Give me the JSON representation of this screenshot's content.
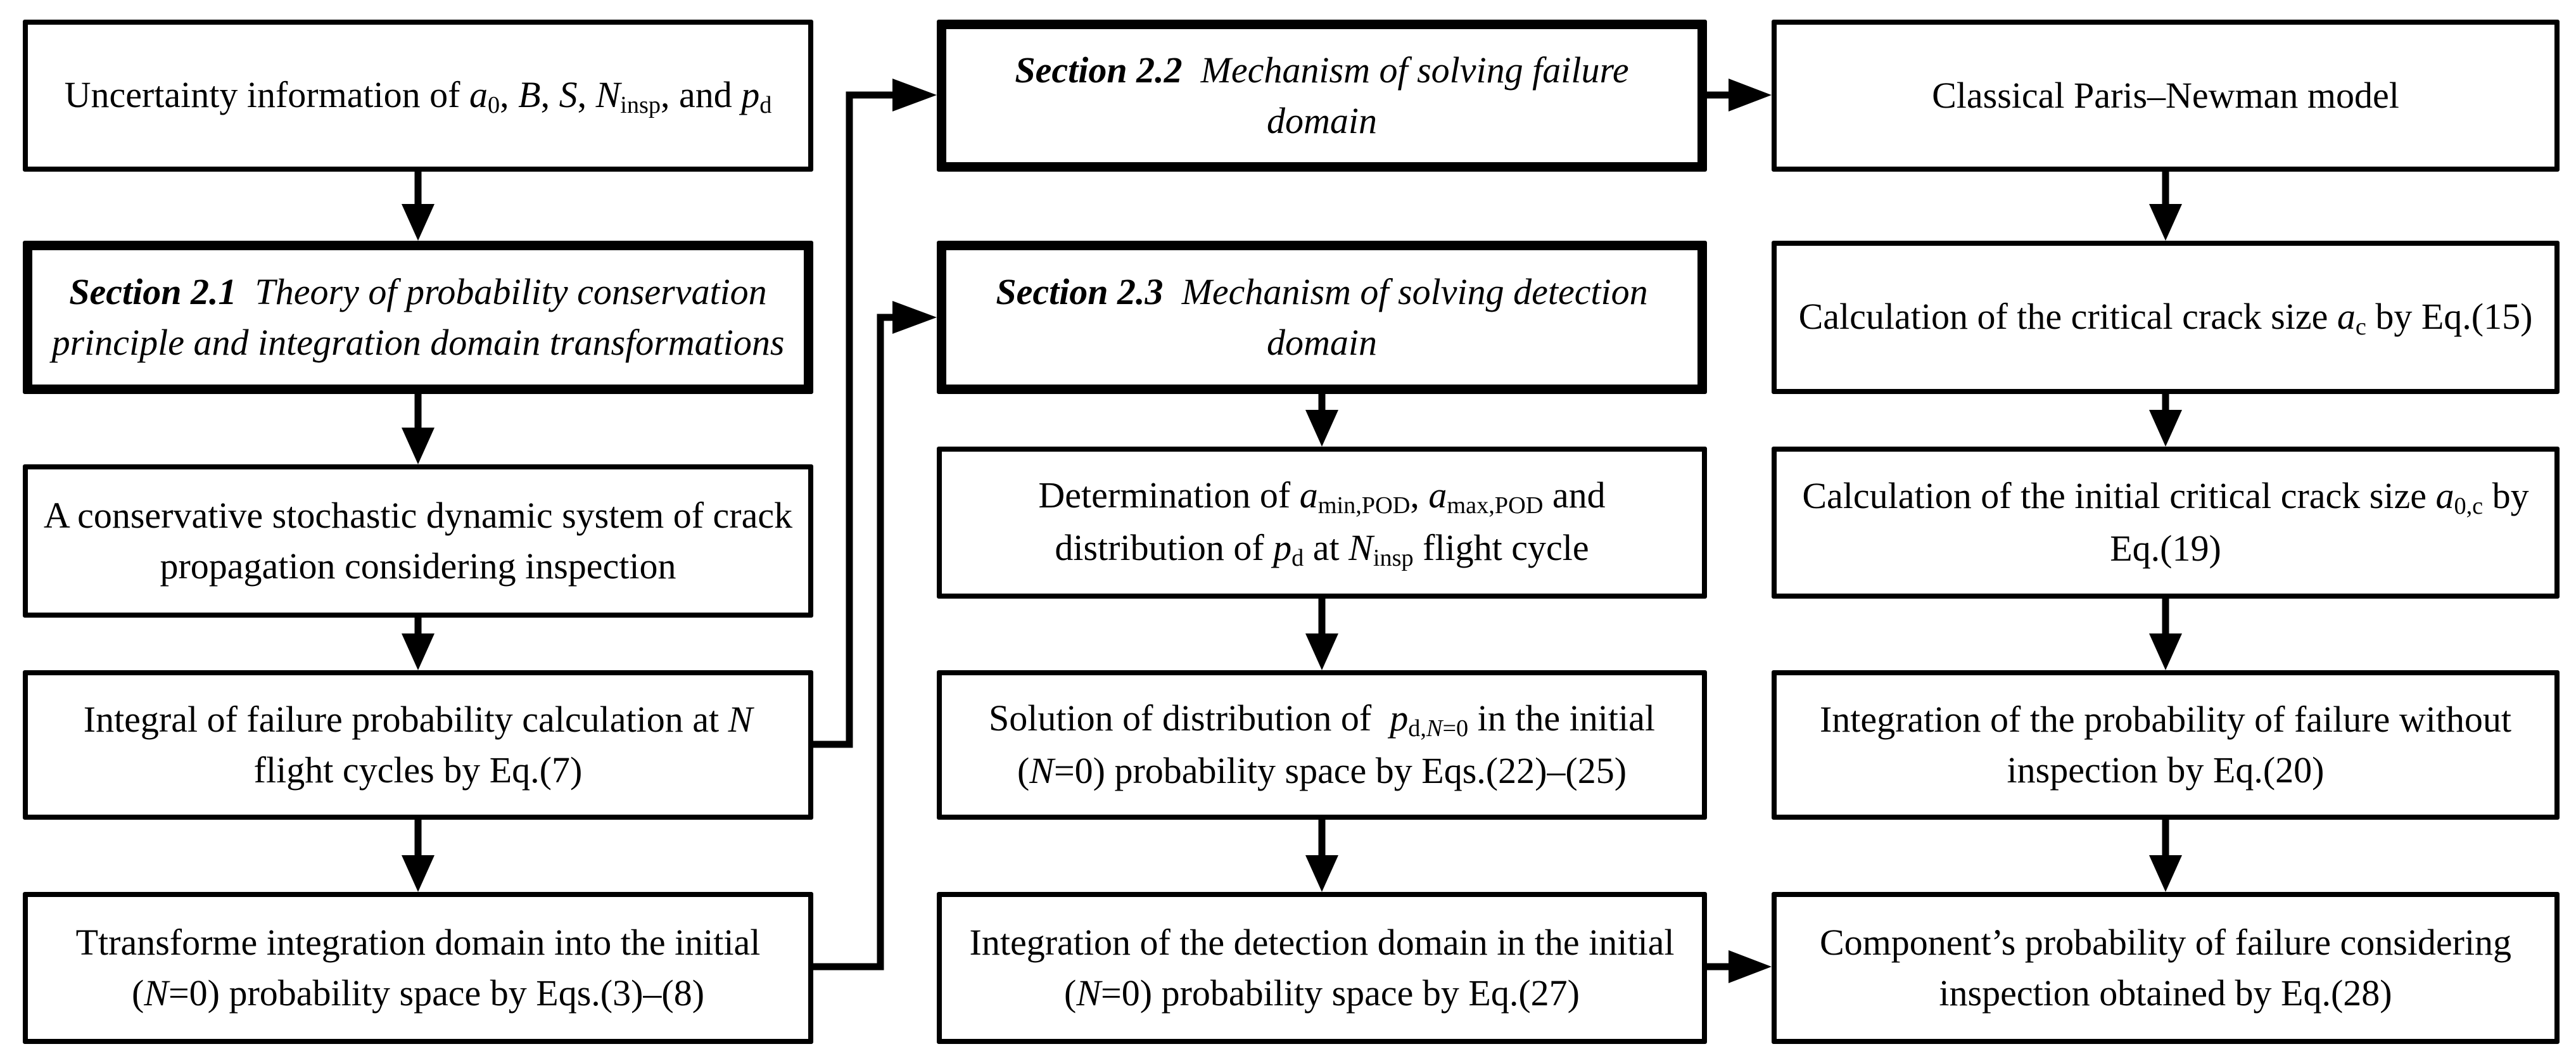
{
  "diagram": {
    "background": "#ffffff",
    "ink": "#000000",
    "columns": [
      {
        "name": "left",
        "boxes": [
          {
            "id": "uncertainty-info",
            "border": "normal",
            "segments": [
              {
                "t": "Uncertainty information of ",
                "s": "n"
              },
              {
                "t": "a",
                "s": "i"
              },
              {
                "t": "0",
                "s": "sub"
              },
              {
                "t": ", ",
                "s": "n"
              },
              {
                "t": "B",
                "s": "i"
              },
              {
                "t": ", ",
                "s": "n"
              },
              {
                "t": "S",
                "s": "i"
              },
              {
                "t": ", ",
                "s": "n"
              },
              {
                "t": "N",
                "s": "i"
              },
              {
                "t": "insp",
                "s": "sub"
              },
              {
                "t": ", and ",
                "s": "n"
              },
              {
                "t": "p",
                "s": "i"
              },
              {
                "t": "d",
                "s": "sub"
              }
            ]
          },
          {
            "id": "section-2-1",
            "border": "thick",
            "segments": [
              {
                "t": "Section 2.1",
                "s": "bi"
              },
              {
                "t": "  ",
                "s": "n"
              },
              {
                "t": "Theory of probability conservation principle and integration domain transformations",
                "s": "i"
              }
            ]
          },
          {
            "id": "stochastic-system",
            "border": "normal",
            "segments": [
              {
                "t": "A conservative stochastic dynamic system of crack propagation considering inspection",
                "s": "n"
              }
            ]
          },
          {
            "id": "failure-integral",
            "border": "normal",
            "segments": [
              {
                "t": "Integral of failure probability calculation at ",
                "s": "n"
              },
              {
                "t": "N",
                "s": "i"
              },
              {
                "t": " flight cycles by Eq.(7)",
                "s": "n"
              }
            ]
          },
          {
            "id": "transform-domain",
            "border": "normal",
            "segments": [
              {
                "t": "Ttransforme integration domain into the initial (",
                "s": "n"
              },
              {
                "t": "N",
                "s": "i"
              },
              {
                "t": "=0) probability space by Eqs.(3)–(8)",
                "s": "n"
              }
            ]
          }
        ]
      },
      {
        "name": "middle",
        "boxes": [
          {
            "id": "section-2-2",
            "border": "thick",
            "segments": [
              {
                "t": "Section 2.2",
                "s": "bi"
              },
              {
                "t": "  ",
                "s": "n"
              },
              {
                "t": "Mechanism of solving failure domain",
                "s": "i"
              }
            ]
          },
          {
            "id": "section-2-3",
            "border": "thick",
            "segments": [
              {
                "t": "Section 2.3",
                "s": "bi"
              },
              {
                "t": "  ",
                "s": "n"
              },
              {
                "t": "Mechanism of solving detection domain",
                "s": "i"
              }
            ]
          },
          {
            "id": "pod-determination",
            "border": "normal",
            "segments": [
              {
                "t": "Determination of ",
                "s": "n"
              },
              {
                "t": "a",
                "s": "i"
              },
              {
                "t": "min,POD",
                "s": "sub"
              },
              {
                "t": ", ",
                "s": "n"
              },
              {
                "t": "a",
                "s": "i"
              },
              {
                "t": "max,POD",
                "s": "sub"
              },
              {
                "t": " and distribution of ",
                "s": "n"
              },
              {
                "t": "p",
                "s": "i"
              },
              {
                "t": "d",
                "s": "sub"
              },
              {
                "t": " at ",
                "s": "n"
              },
              {
                "t": "N",
                "s": "i"
              },
              {
                "t": "insp",
                "s": "sub"
              },
              {
                "t": " flight cycle",
                "s": "n"
              }
            ]
          },
          {
            "id": "pd-initial-distribution",
            "border": "normal",
            "segments": [
              {
                "t": "Solution of distribution of  ",
                "s": "n"
              },
              {
                "t": "p",
                "s": "i"
              },
              {
                "t": "d,",
                "s": "sub"
              },
              {
                "t": "N",
                "s": "subi"
              },
              {
                "t": "=0",
                "s": "sub"
              },
              {
                "t": " in the initial (",
                "s": "n"
              },
              {
                "t": "N",
                "s": "i"
              },
              {
                "t": "=0) probability space by Eqs.(22)–(25)",
                "s": "n"
              }
            ]
          },
          {
            "id": "detection-integration",
            "border": "normal",
            "segments": [
              {
                "t": "Integration of the detection domain in the initial (",
                "s": "n"
              },
              {
                "t": "N",
                "s": "i"
              },
              {
                "t": "=0) probability space by Eq.(27)",
                "s": "n"
              }
            ]
          }
        ]
      },
      {
        "name": "right",
        "boxes": [
          {
            "id": "paris-newman",
            "border": "normal",
            "segments": [
              {
                "t": "Classical Paris–Newman model",
                "s": "n"
              }
            ]
          },
          {
            "id": "critical-crack-size",
            "border": "normal",
            "segments": [
              {
                "t": "Calculation of the critical crack size ",
                "s": "n"
              },
              {
                "t": "a",
                "s": "i"
              },
              {
                "t": "c",
                "s": "sub"
              },
              {
                "t": " by Eq.(15)",
                "s": "n"
              }
            ]
          },
          {
            "id": "initial-critical-crack-size",
            "border": "normal",
            "segments": [
              {
                "t": "Calculation of the initial critical crack size ",
                "s": "n"
              },
              {
                "t": "a",
                "s": "i"
              },
              {
                "t": "0,c",
                "s": "sub"
              },
              {
                "t": " by Eq.(19)",
                "s": "n"
              }
            ]
          },
          {
            "id": "failure-no-inspection",
            "border": "normal",
            "segments": [
              {
                "t": "Integration of the probability of failure without inspection by Eq.(20)",
                "s": "n"
              }
            ]
          },
          {
            "id": "failure-with-inspection",
            "border": "normal",
            "segments": [
              {
                "t": "Component’s probability of failure considering  inspection obtained by Eq.(28)",
                "s": "n"
              }
            ]
          }
        ]
      }
    ],
    "connectors": [
      {
        "from": "uncertainty-info",
        "to": "section-2-1",
        "style": "down-arrow"
      },
      {
        "from": "section-2-1",
        "to": "stochastic-system",
        "style": "down-arrow"
      },
      {
        "from": "stochastic-system",
        "to": "failure-integral",
        "style": "down-arrow"
      },
      {
        "from": "failure-integral",
        "to": "transform-domain",
        "style": "down-arrow"
      },
      {
        "from": "failure-integral",
        "to": "section-2-2",
        "style": "elbow-right-up"
      },
      {
        "from": "transform-domain",
        "to": "section-2-3",
        "style": "elbow-right-up"
      },
      {
        "from": "section-2-2",
        "to": "paris-newman",
        "style": "right-arrow"
      },
      {
        "from": "section-2-3",
        "to": "pod-determination",
        "style": "down-arrow"
      },
      {
        "from": "pod-determination",
        "to": "pd-initial-distribution",
        "style": "down-arrow"
      },
      {
        "from": "pd-initial-distribution",
        "to": "detection-integration",
        "style": "down-arrow"
      },
      {
        "from": "detection-integration",
        "to": "failure-with-inspection",
        "style": "right-arrow"
      },
      {
        "from": "paris-newman",
        "to": "critical-crack-size",
        "style": "down-arrow"
      },
      {
        "from": "critical-crack-size",
        "to": "initial-critical-crack-size",
        "style": "down-arrow"
      },
      {
        "from": "initial-critical-crack-size",
        "to": "failure-no-inspection",
        "style": "down-arrow"
      },
      {
        "from": "failure-no-inspection",
        "to": "failure-with-inspection",
        "style": "down-arrow"
      }
    ]
  }
}
